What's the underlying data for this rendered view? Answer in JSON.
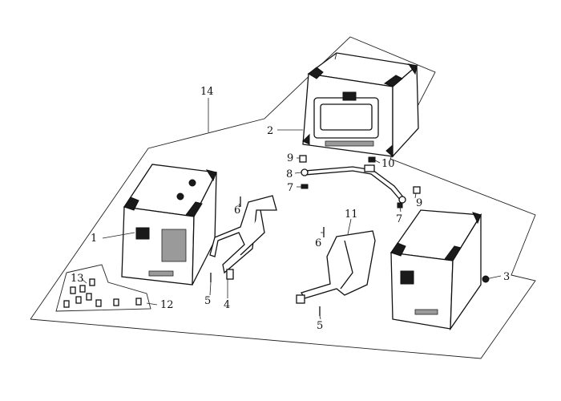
{
  "diagram": {
    "callouts": [
      {
        "id": "1",
        "label": "1"
      },
      {
        "id": "2",
        "label": "2"
      },
      {
        "id": "3",
        "label": "3"
      },
      {
        "id": "4",
        "label": "4"
      },
      {
        "id": "5a",
        "label": "5"
      },
      {
        "id": "5b",
        "label": "5"
      },
      {
        "id": "6a",
        "label": "6"
      },
      {
        "id": "6b",
        "label": "6"
      },
      {
        "id": "7a",
        "label": "7"
      },
      {
        "id": "7b",
        "label": "7"
      },
      {
        "id": "8",
        "label": "8"
      },
      {
        "id": "9a",
        "label": "9"
      },
      {
        "id": "9b",
        "label": "9"
      },
      {
        "id": "10",
        "label": "10"
      },
      {
        "id": "11",
        "label": "11"
      },
      {
        "id": "12",
        "label": "12"
      },
      {
        "id": "13",
        "label": "13"
      },
      {
        "id": "14",
        "label": "14"
      }
    ]
  }
}
